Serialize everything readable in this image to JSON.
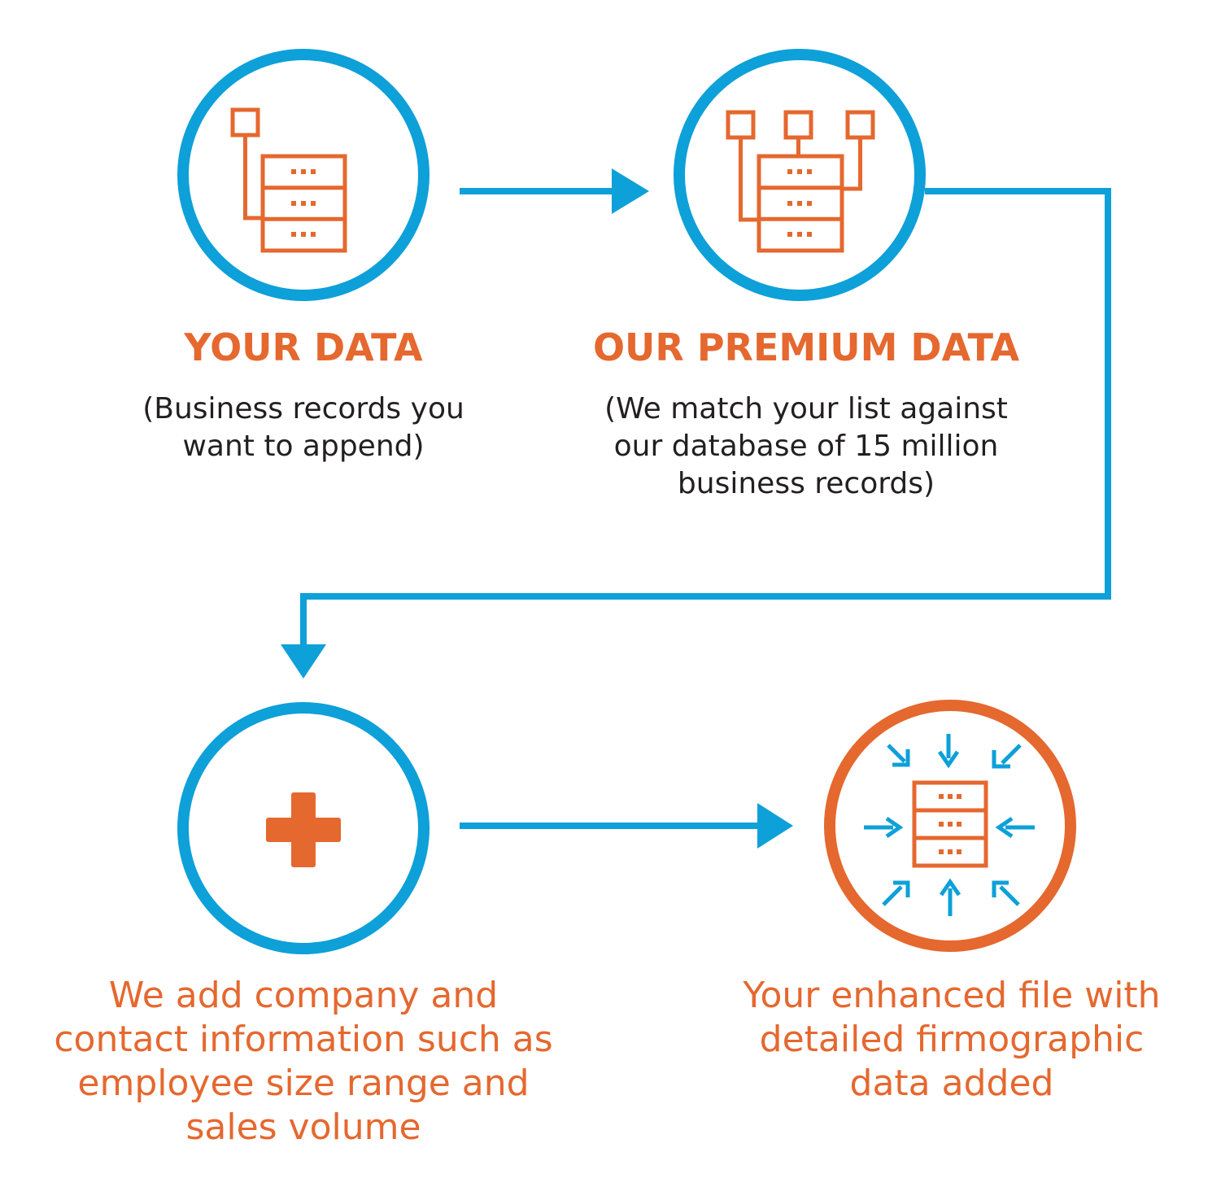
{
  "colors": {
    "blue": "#0EA0D8",
    "orange": "#E5682F",
    "text_dark": "#231F20",
    "background": "#FFFFFF"
  },
  "steps": [
    {
      "icon": "database-single-link-icon",
      "title": "YOUR DATA",
      "description_lines": [
        "(Business records you",
        "want to append)"
      ]
    },
    {
      "icon": "database-multi-link-icon",
      "title": "OUR PREMIUM DATA",
      "description_lines": [
        "(We match your list against",
        "our database of 15 million",
        "business records)"
      ]
    },
    {
      "icon": "plus-icon",
      "description_lines": [
        "We add company and",
        "contact information such as",
        "employee size range and",
        "sales volume"
      ]
    },
    {
      "icon": "database-merge-icon",
      "description_lines": [
        "Your enhanced file with",
        "detailed firmographic",
        "data added"
      ]
    }
  ]
}
